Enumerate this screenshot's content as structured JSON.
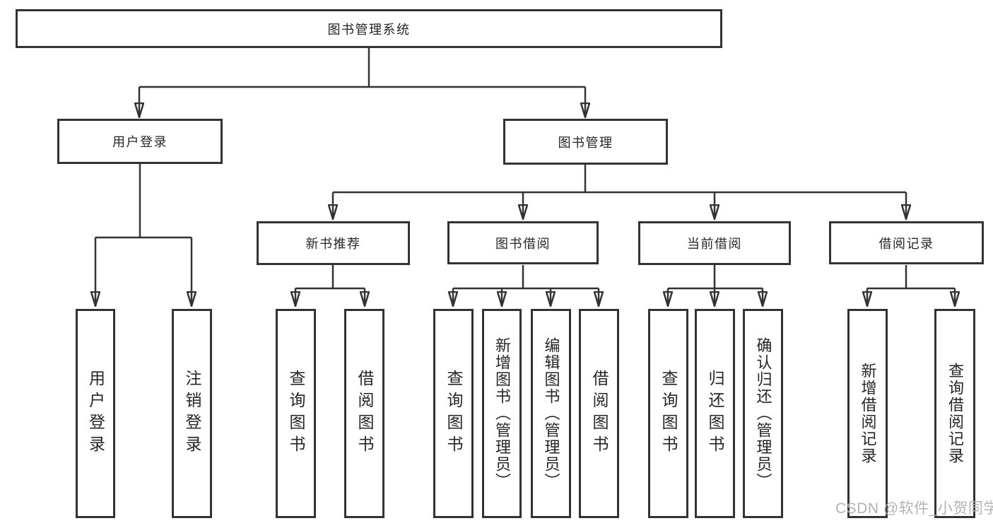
{
  "watermark": "CSDN @软件_小贺同学",
  "colors": {
    "line": "#333333",
    "box_fill": "#ffffff",
    "text": "#262626",
    "watermark": "#b7b2b2"
  },
  "tree": {
    "root": {
      "label": "图书管理系统"
    },
    "l2": [
      {
        "label": "用户登录",
        "children": [
          {
            "label": "用户登录"
          },
          {
            "label": "注销登录"
          }
        ]
      },
      {
        "label": "图书管理",
        "children": [
          {
            "label": "新书推荐",
            "children": [
              {
                "label": "查询图书"
              },
              {
                "label": "借阅图书"
              }
            ]
          },
          {
            "label": "图书借阅",
            "children": [
              {
                "label": "查询图书"
              },
              {
                "label": "新增图书（管理员）"
              },
              {
                "label": "编辑图书（管理员）"
              },
              {
                "label": "借阅图书"
              }
            ]
          },
          {
            "label": "当前借阅",
            "children": [
              {
                "label": "查询图书"
              },
              {
                "label": "归还图书"
              },
              {
                "label": "确认归还（管理员）"
              }
            ]
          },
          {
            "label": "借阅记录",
            "children": [
              {
                "label": "新增借阅记录"
              },
              {
                "label": "查询借阅记录"
              }
            ]
          }
        ]
      }
    ]
  }
}
